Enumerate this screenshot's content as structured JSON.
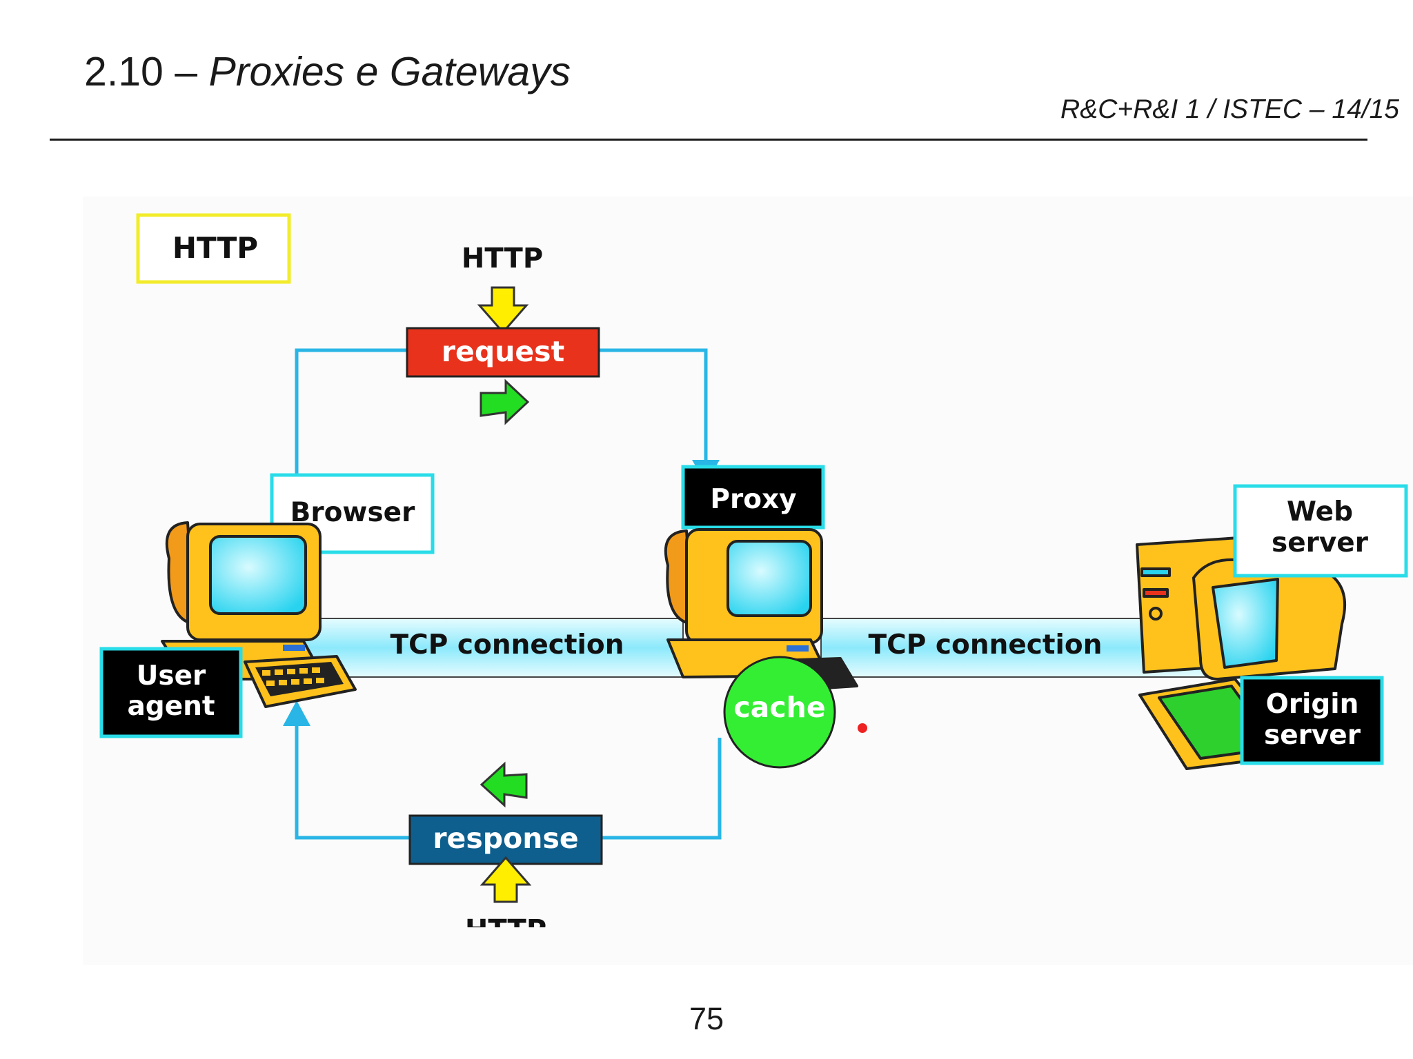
{
  "header": {
    "section_number": "2.10 –",
    "section_title": "Proxies e Gateways",
    "course": "R&C+R&I 1 / ISTEC – 14/15"
  },
  "diagram": {
    "legend_label": "HTTP",
    "http_top": "HTTP",
    "http_bottom": "HTTP",
    "request": "request",
    "response": "response",
    "browser": "Browser",
    "proxy": "Proxy",
    "web_server": [
      "Web",
      "server"
    ],
    "user_agent": [
      "User",
      "agent"
    ],
    "origin_server": [
      "Origin",
      "server"
    ],
    "tcp_left": "TCP connection",
    "tcp_right": "TCP connection",
    "cache": "cache"
  },
  "colors": {
    "link_line": "#29b6e6",
    "request_bg": "#e8321c",
    "response_bg": "#0e5f8e",
    "legend_border": "#f2ec2a",
    "arrow_yellow": "#ffee00",
    "arrow_green": "#22dd22",
    "cache_green": "#33ee33",
    "tube_cyan": "#9aeefc"
  },
  "footer": {
    "page": "75"
  }
}
